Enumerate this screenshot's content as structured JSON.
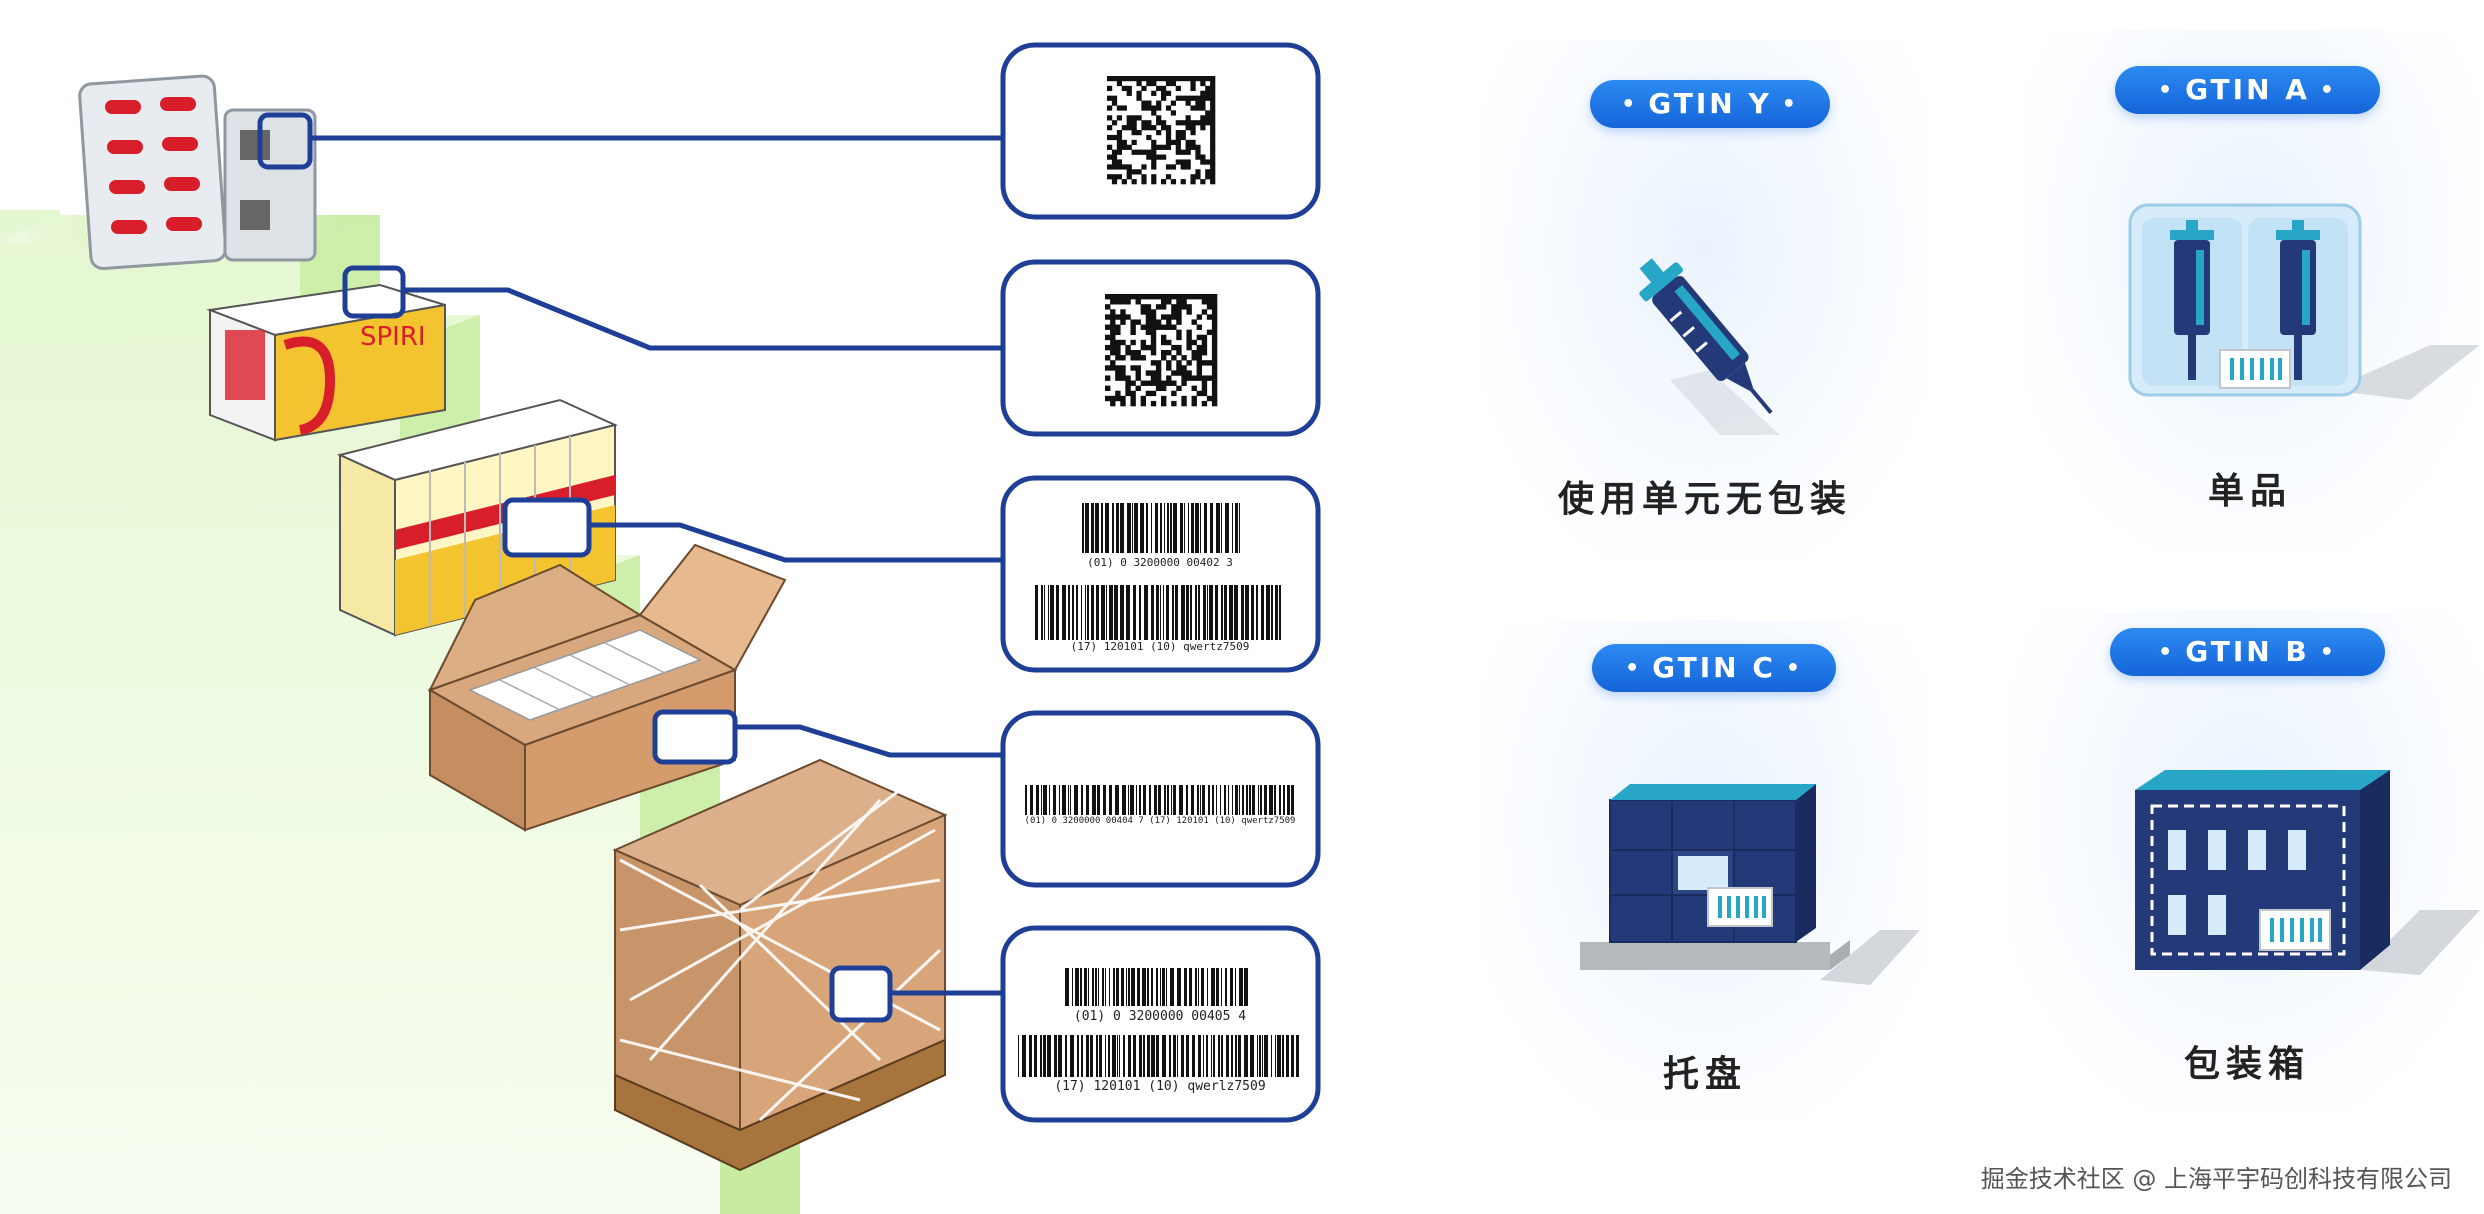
{
  "packaging_levels": [
    {
      "name": "blister-pack",
      "code_type": "datamatrix",
      "hri_lines": []
    },
    {
      "name": "folding-box",
      "code_type": "datamatrix",
      "hri_lines": []
    },
    {
      "name": "bundle",
      "code_type": "linear-2",
      "hri_lines": [
        "(01) 0 3200000 00402 3",
        "(17) 120101 (10) qwertz7509"
      ]
    },
    {
      "name": "shipping-carton",
      "code_type": "linear-1",
      "hri_lines": [
        "(01) 0 3200000 00404 7 (17) 120101 (10) qwertz7509"
      ]
    },
    {
      "name": "pallet",
      "code_type": "linear-2",
      "hri_lines": [
        "(01) 0 3200000 00405 4",
        "(17) 120101 (10) qwerlz7509"
      ]
    }
  ],
  "gtin_cards": [
    {
      "id": "y",
      "badge": "GTIN Y",
      "label": "使用单元无包装",
      "icon": "syringe-icon"
    },
    {
      "id": "a",
      "badge": "GTIN A",
      "label": "单品",
      "icon": "syringe-pack-icon"
    },
    {
      "id": "c",
      "badge": "GTIN C",
      "label": "托盘",
      "icon": "pallet-icon"
    },
    {
      "id": "b",
      "badge": "GTIN B",
      "label": "包装箱",
      "icon": "box-icon"
    }
  ],
  "colors": {
    "accent_blue": "#1a6fe0",
    "frame_blue": "#1f3f96",
    "step_green": "#d6f3b8",
    "navy": "#243a78",
    "cyan": "#28a6c8"
  },
  "watermark": "掘金技术社区 @ 上海平宇码创科技有限公司"
}
